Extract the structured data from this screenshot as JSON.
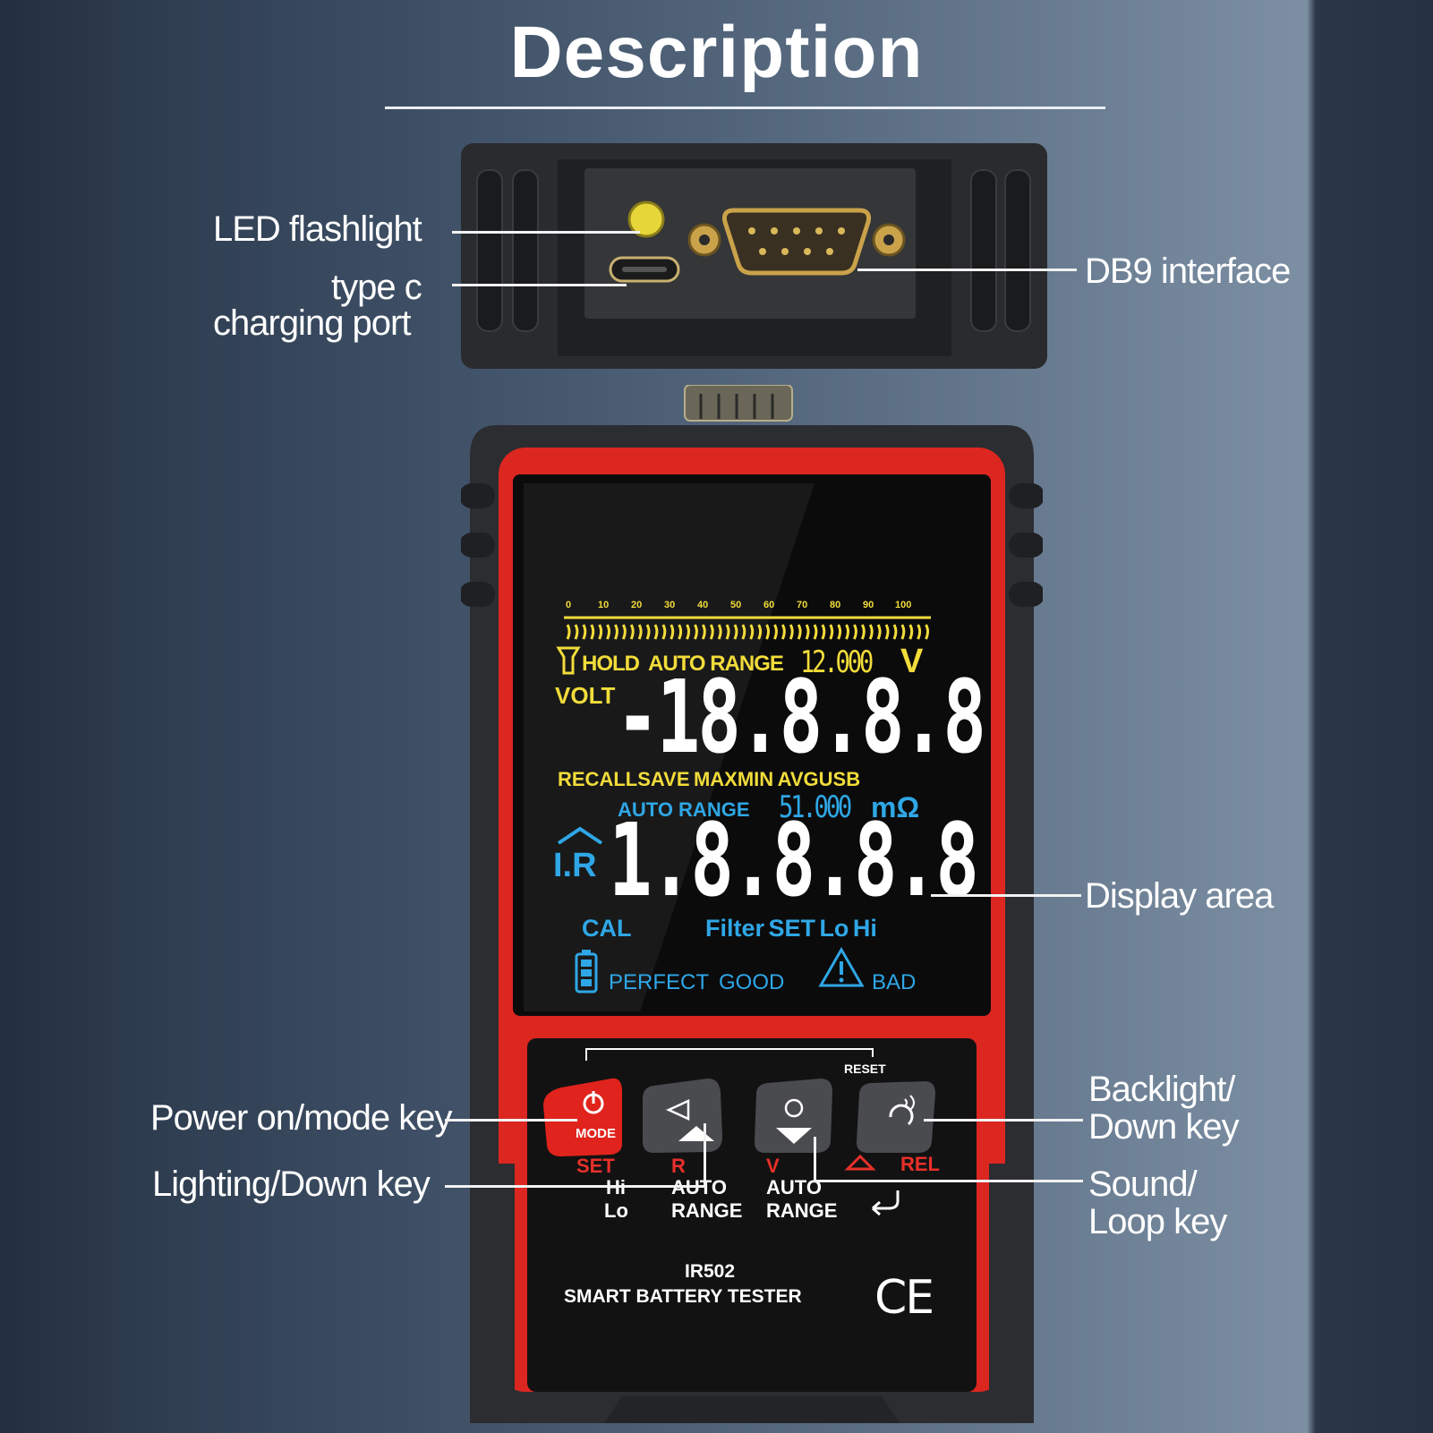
{
  "title": "Description",
  "callouts": {
    "led_flashlight": "LED flashlight",
    "type_c_line1": "type  c",
    "type_c_line2": "charging port",
    "db9": "DB9 interface",
    "display_area": "Display area",
    "power_mode_key": "Power on/mode key",
    "lighting_down_key": "Lighting/Down key",
    "backlight_line1": "Backlight/",
    "backlight_line2": "Down key",
    "sound_line1": "Sound/",
    "sound_line2": "Loop key"
  },
  "lcd": {
    "scale": [
      "0",
      "10",
      "20",
      "30",
      "40",
      "50",
      "60",
      "70",
      "80",
      "90",
      "100"
    ],
    "hold": "HOLD",
    "auto_range_top": "AUTO RANGE",
    "range_volt_value": "12.000",
    "volt_unit": "V",
    "volt_label": "VOLT",
    "volt_reading": "-18.8.8.8",
    "recall": "RECALL",
    "save": "SAVE",
    "maxmin": "MAXMIN",
    "avg": "AVG",
    "usb": "USB",
    "auto_range_mid": "AUTO RANGE",
    "range_ohm_value": "51.000",
    "ohm_unit": "mΩ",
    "ir_label": "I.R",
    "ir_reading": "1.8.8.8.8",
    "cal": "CAL",
    "filter": "Filter",
    "set": "SET",
    "lo": "Lo",
    "hi": "Hi",
    "perfect": "PERFECT",
    "good": "GOOD",
    "bad": "BAD"
  },
  "keypad": {
    "reset": "RESET",
    "mode": "MODE",
    "set": "SET",
    "hi": "Hi",
    "lo": "Lo",
    "r": "R",
    "auto1": "AUTO",
    "range1": "RANGE",
    "v": "V",
    "auto2": "AUTO",
    "range2": "RANGE",
    "rel": "REL"
  },
  "device": {
    "model": "IR502",
    "name": "SMART BATTERY TESTER",
    "ce": "CE"
  },
  "colors": {
    "red": "#e02a22",
    "body": "#2e2f33",
    "lcd_yellow": "#f2dc3a",
    "lcd_blue": "#2fa7e6"
  }
}
